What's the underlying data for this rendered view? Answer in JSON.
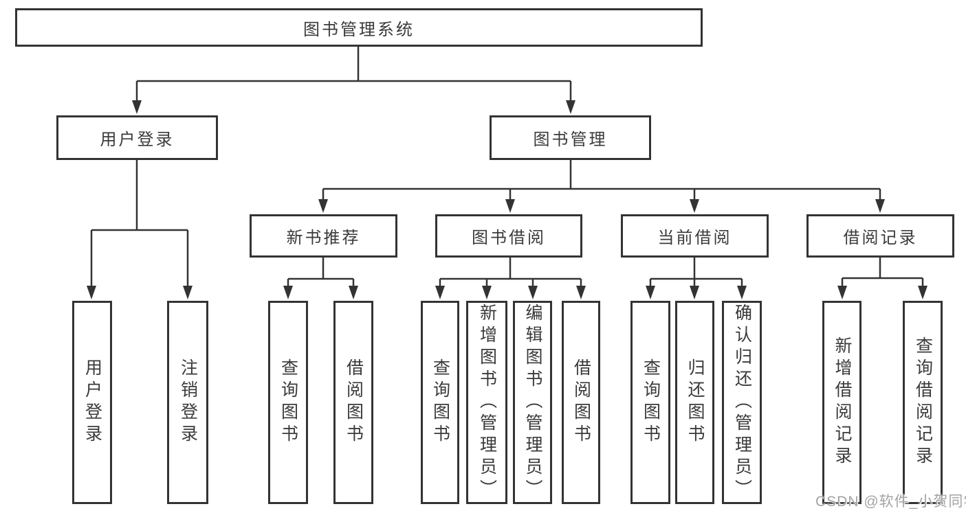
{
  "diagram_title": "图书管理系统",
  "tree": {
    "label": "图书管理系统",
    "children": [
      {
        "label": "用户登录",
        "children": [
          {
            "label": "用户登录"
          },
          {
            "label": "注销登录"
          }
        ]
      },
      {
        "label": "图书管理",
        "children": [
          {
            "label": "新书推荐",
            "children": [
              {
                "label": "查询图书"
              },
              {
                "label": "借阅图书"
              }
            ]
          },
          {
            "label": "图书借阅",
            "children": [
              {
                "label": "查询图书"
              },
              {
                "label": "新增图书（管理员）"
              },
              {
                "label": "编辑图书（管理员）"
              },
              {
                "label": "借阅图书"
              }
            ]
          },
          {
            "label": "当前借阅",
            "children": [
              {
                "label": "查询图书"
              },
              {
                "label": "归还图书"
              },
              {
                "label": "确认归还（管理员）"
              }
            ]
          },
          {
            "label": "借阅记录",
            "children": [
              {
                "label": "新增借阅记录"
              },
              {
                "label": "查询借阅记录"
              }
            ]
          }
        ]
      }
    ]
  },
  "watermark": {
    "text": "CSDN @软件_小贺同学"
  },
  "colors": {
    "line": "#333333",
    "text": "#3a3a3a",
    "watermark": "#a3a3a3",
    "background": "#ffffff"
  }
}
